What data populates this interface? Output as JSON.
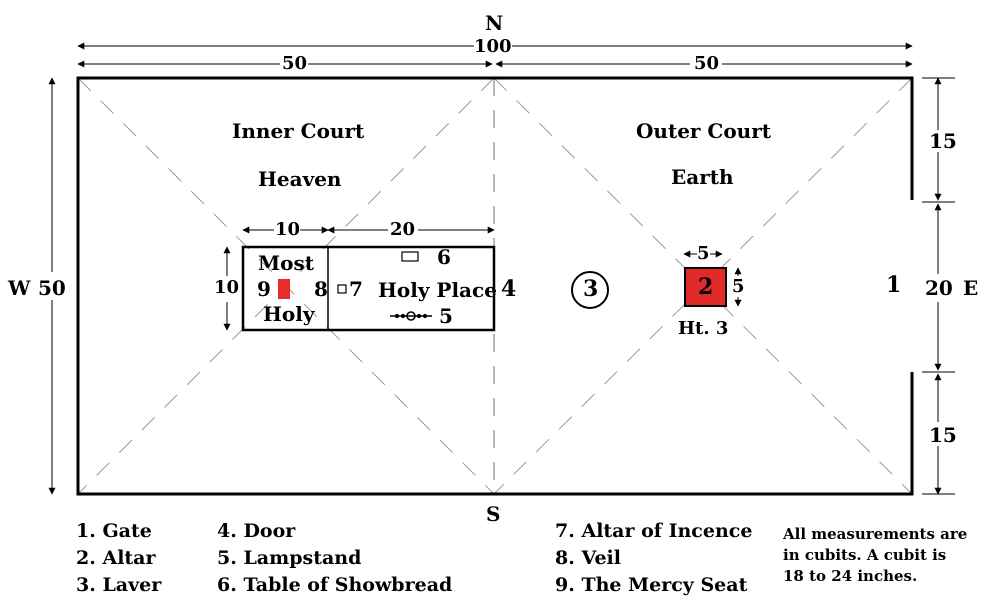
{
  "compass": {
    "north": "N",
    "south": "S",
    "east": "E",
    "west": "W"
  },
  "dimensions": {
    "total_width": "100",
    "half_left": "50",
    "half_right": "50",
    "height_west": "50",
    "east_top": "15",
    "east_gate": "20",
    "east_bottom": "15",
    "most_holy_width": "10",
    "holy_place_width": "20",
    "tabernacle_height": "10",
    "altar_size_w": "5",
    "altar_size_h": "5",
    "altar_height": "Ht. 3"
  },
  "regions": {
    "inner_court": "Inner Court",
    "inner_sub": "Heaven",
    "outer_court": "Outer Court",
    "outer_sub": "Earth",
    "most_holy_top": "Most",
    "most_holy_bottom": "Holy",
    "holy_place": "Holy Place"
  },
  "markers": {
    "gate": "1",
    "altar": "2",
    "laver": "3",
    "door": "4",
    "lampstand": "5",
    "showbread": "6",
    "incense": "7",
    "veil": "8",
    "mercy_seat": "9"
  },
  "legend": {
    "col1": [
      "1. Gate",
      "2. Altar",
      "3. Laver"
    ],
    "col2": [
      "4. Door",
      "5. Lampstand",
      "6. Table of Showbread"
    ],
    "col3": [
      "7. Altar of Incence",
      "8. Veil",
      "9. The Mercy Seat"
    ]
  },
  "note": [
    "All measurements are",
    "in cubits. A cubit is",
    "18 to 24 inches."
  ],
  "colors": {
    "altar": "#e02a2a",
    "mercy_seat": "#e82b2b",
    "lines": "#000000",
    "diagonals": "#9a9a9a"
  }
}
